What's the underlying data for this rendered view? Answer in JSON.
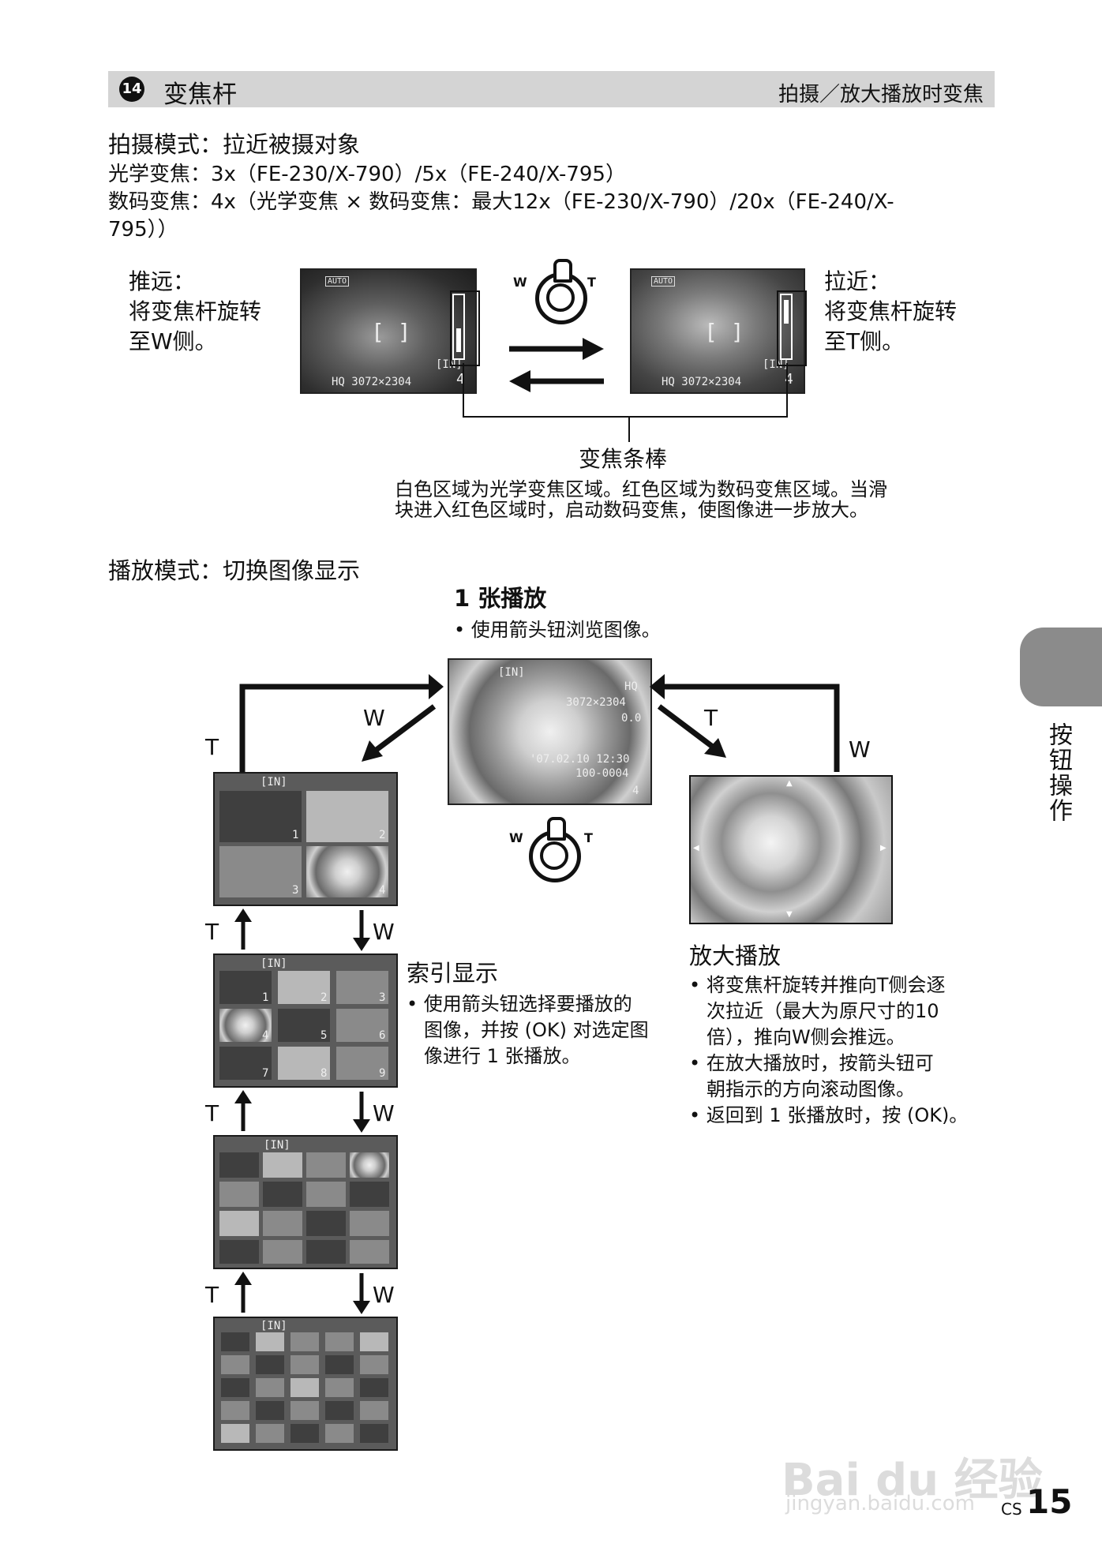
{
  "header": {
    "number": "14",
    "title": "变焦杆",
    "right": "拍摄／放大播放时变焦"
  },
  "shooting": {
    "heading": "拍摄模式：拉近被摄对象",
    "optical": "光学变焦：3x（FE-230/X-790）/5x（FE-240/X-795）",
    "digital_line1": "数码变焦：4x（光学变焦 × 数码变焦：最大12x（FE-230/X-790）/20x（FE-240/X-",
    "digital_line2": "795））",
    "left_label": [
      "推远：",
      "将变焦杆旋转",
      "至W侧。"
    ],
    "right_label": [
      "拉近：",
      "将变焦杆旋转",
      "至T侧。"
    ],
    "zoom_bar_title": "变焦条棒",
    "zoom_bar_desc1": "白色区域为光学变焦区域。红色区域为数码变焦区域。当滑",
    "zoom_bar_desc2": "块进入红色区域时，启动数码变焦，使图像进一步放大。",
    "lcd_quality": "HQ 3072×2304",
    "lcd_in": "[IN]",
    "lcd_count": "4",
    "lever_w": "W",
    "lever_t": "T"
  },
  "playback": {
    "heading": "播放模式：切换图像显示",
    "single_title": "1 张播放",
    "single_bullet": "使用箭头钮浏览图像。",
    "single_osd": {
      "in": "[IN]",
      "hq": "HQ",
      "res": "3072×2304",
      "ev": "0.0",
      "date": "'07.02.10  12:30",
      "file": "100-0004",
      "num": "4"
    },
    "arrow_w": "W",
    "arrow_t": "T",
    "index_title": "索引显示",
    "index_bullet": [
      "使用箭头钮选择要播放的",
      "图像，并按 (OK) 对选定图",
      "像进行 1 张播放。"
    ],
    "zoom_title": "放大播放",
    "zoom_bullets": [
      [
        "将变焦杆旋转并推向T侧会逐",
        "次拉近（最大为原尺寸的10",
        "倍），推向W侧会推远。"
      ],
      [
        "在放大播放时，按箭头钮可",
        "朝指示的方向滚动图像。"
      ],
      [
        "返回到 1 张播放时，按 (OK)。"
      ]
    ],
    "grid4_nums": [
      "1",
      "2",
      "3",
      "4"
    ],
    "grid9_nums": [
      "1",
      "2",
      "3",
      "4",
      "5",
      "6",
      "7",
      "8",
      "9"
    ]
  },
  "side_tab": "按钮操作",
  "footer": {
    "lang": "CS",
    "page": "15",
    "watermark1": "Bai du 经验",
    "watermark2": "jingyan.baidu.com"
  }
}
